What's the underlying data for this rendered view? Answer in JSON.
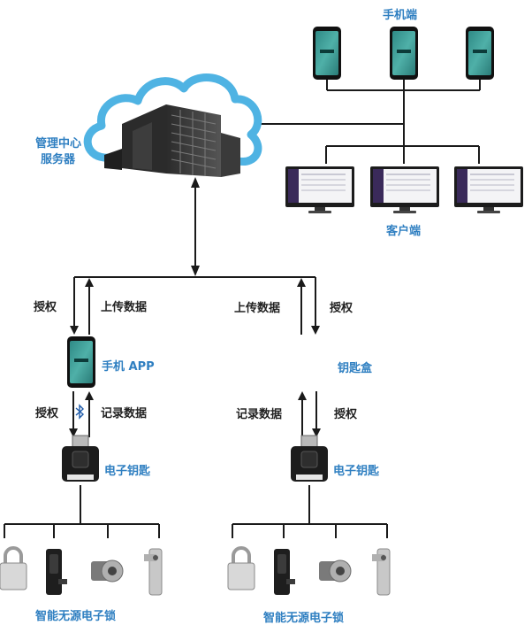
{
  "title_mobile": "手机端",
  "server_label_line1": "管理中心",
  "server_label_line2": "服务器",
  "client_label": "客户端",
  "left_branch": {
    "authorize": "授权",
    "upload": "上传数据",
    "app_label": "手机 APP",
    "authorize2": "授权",
    "record": "记录数据",
    "key_label": "电子钥匙",
    "locks_label": "智能无源电子锁"
  },
  "right_branch": {
    "upload": "上传数据",
    "authorize": "授权",
    "box_label": "钥匙盒",
    "record": "记录数据",
    "authorize2": "授权",
    "key_label": "电子钥匙",
    "locks_label": "智能无源电子锁"
  },
  "colors": {
    "label_blue": "#2f7fc1",
    "line": "#1a1a1a",
    "cloud": "#4fb3e3",
    "phone_screen": "#3a9a95"
  },
  "icons": [
    "phone-icon",
    "server-cloud-icon",
    "monitor-icon",
    "electronic-key-icon",
    "padlock-icon",
    "cabinet-lock-icon",
    "cam-lock-icon",
    "handle-lock-icon",
    "bluetooth-icon",
    "key-box-icon"
  ]
}
